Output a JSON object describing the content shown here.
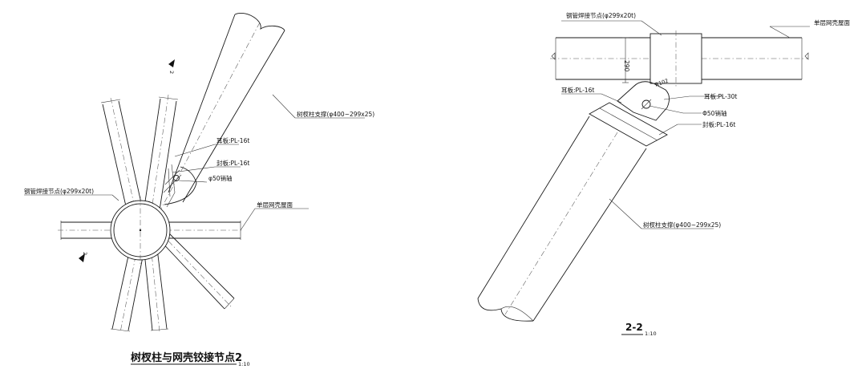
{
  "left_view": {
    "title": "树杈柱与网壳铰接节点2",
    "scale": "1:10",
    "labels": {
      "branch_column": "树杈柱支撑(φ400~299x25)",
      "ear_plate": "耳板:PL-16t",
      "seal_plate": "封板:PL-16t",
      "pin": "φ50销轴",
      "steel_node": "钢管焊接节点(φ299x20t)",
      "roof": "单层网壳屋面"
    },
    "section_marks": [
      "2",
      "2"
    ]
  },
  "right_view": {
    "title": "2-2",
    "scale": "1:10",
    "labels": {
      "steel_node": "钢管焊接节点(φ299x20t)",
      "roof": "单层网壳屋面",
      "ear_plate": "耳板:PL-16t",
      "ear_plate_30": "耳板:PL-30t",
      "pin": "Φ50销轴",
      "seal_plate": "封板:PL-16t",
      "branch_column": "树杈柱支撑(φ400~299x25)"
    },
    "dimension": "290",
    "radius": "R102"
  }
}
